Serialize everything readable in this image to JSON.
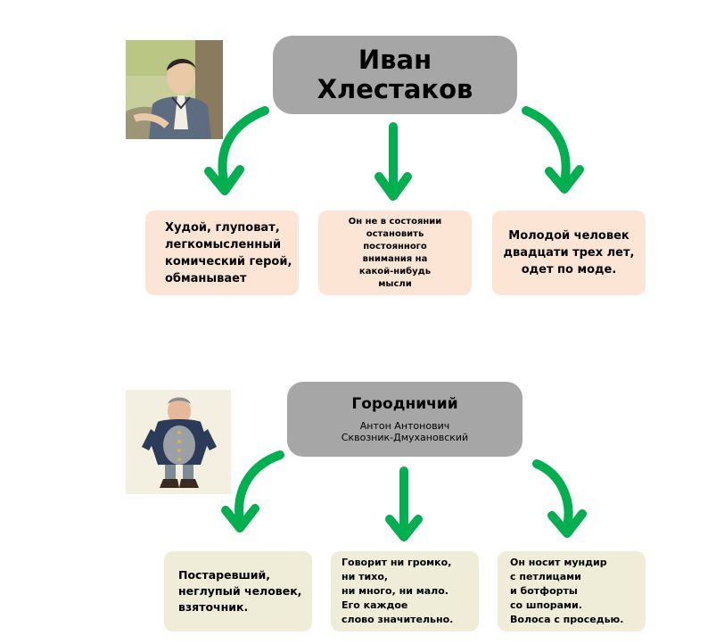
{
  "diagrams": [
    {
      "node_lines": [
        "Иван",
        "Хлестаков"
      ],
      "cards": [
        {
          "lines": [
            "Худой, глуповат,",
            "легкомысленный",
            "комический герой,",
            "обманывает"
          ]
        },
        {
          "lines": [
            "Он не в состоянии",
            "остановить",
            "постоянного",
            "внимания на",
            "какой-нибудь",
            "мысли"
          ]
        },
        {
          "lines": [
            "Молодой человек",
            "двадцати трех лет,",
            "одет по моде."
          ]
        }
      ]
    },
    {
      "node_title": "Городничий",
      "node_subtitle_lines": [
        "Антон Антонович",
        "Сквозник-Дмухановский"
      ],
      "cards": [
        {
          "lines": [
            "Постаревший,",
            "неглупый человек,",
            "взяточник."
          ]
        },
        {
          "lines": [
            "Говорит ни громко,",
            "ни тихо,",
            "ни много, ни мало.",
            "Его каждое",
            "слово значительно."
          ]
        },
        {
          "lines": [
            "Он носит мундир",
            "с петлицами",
            "и ботфорты",
            "со шпорами.",
            "Волоса с проседью."
          ]
        }
      ]
    }
  ],
  "colors": {
    "arrow": "#00b050",
    "node": "#a6a6a6",
    "card_top": "#fde5d6",
    "card_bottom": "#efedd8"
  }
}
